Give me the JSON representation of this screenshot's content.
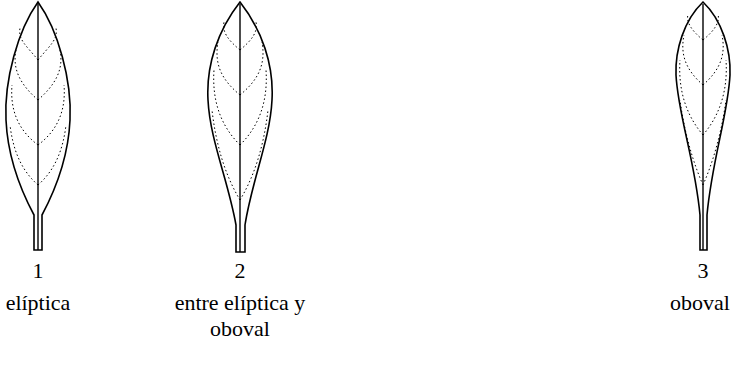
{
  "diagram": {
    "labels": [
      "1",
      "elíptica",
      "2",
      "entre elíptica y oboval",
      "3",
      "oboval"
    ]
  }
}
